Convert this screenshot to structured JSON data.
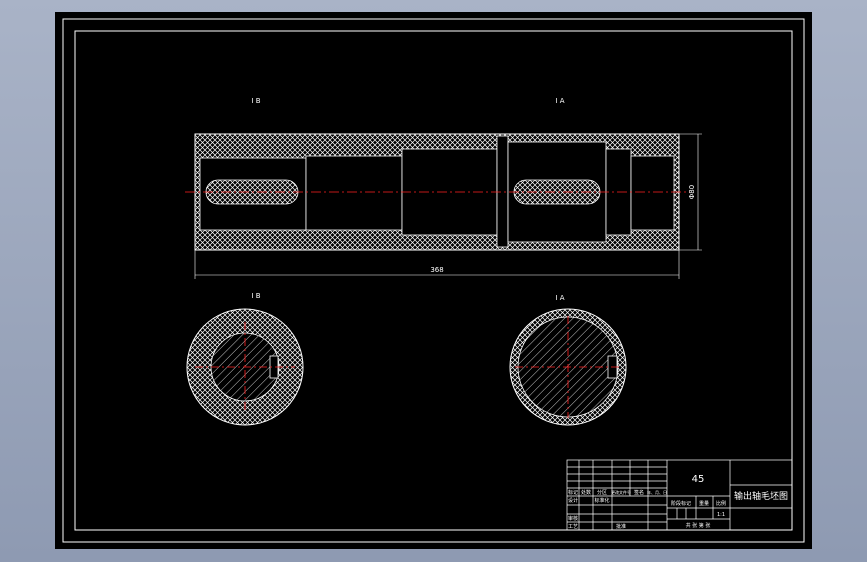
{
  "drawing": {
    "title_block": {
      "material": "45",
      "drawing_name": "输出轴毛坯图",
      "header_cells": [
        "标记",
        "处数",
        "分区",
        "更改文件号",
        "签名",
        "年、月、日"
      ],
      "row_labels": [
        "设计",
        "审核",
        "工艺"
      ],
      "standardization": "标准化",
      "approval": "批准",
      "stage_mark": "阶段标记",
      "weight": "重量",
      "scale": "比例",
      "sheet_info": "共  张  第  张",
      "scale_value": "1:1"
    },
    "labels": {
      "section_b": "I B",
      "section_a": "I A",
      "view_b": "I B",
      "view_a": "I A"
    },
    "dimensions": {
      "length": "368",
      "diameter": "Φ80"
    }
  },
  "colors": {
    "background": "#000000",
    "frame": "#ffffff",
    "centerline": "#ff2020",
    "hatch": "#ffffff"
  }
}
